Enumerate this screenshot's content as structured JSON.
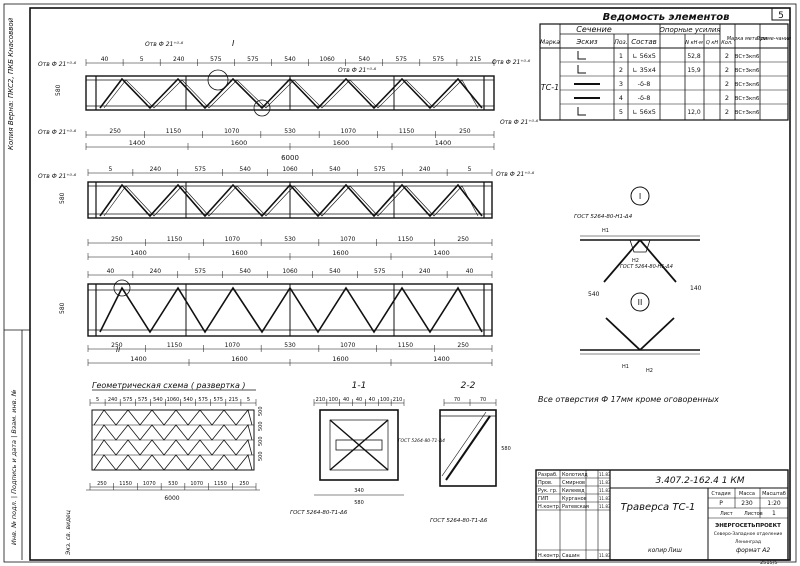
{
  "sheet": {
    "page_number": "5",
    "side_stamp_top": "Копия Верна: ПКС2, ПКБ Кнасоввой",
    "side_stamp_bottom": "Инв. № подл. | Подпись и дата | Взам. инв. №",
    "bottom_stamp": "Экз. св. видец",
    "bottom_right_mark": "2515/5",
    "copied_by": "копир",
    "copied_name": "Лиш",
    "format_label": "формат А2"
  },
  "elements_table": {
    "title": "Ведомость элементов",
    "headers": {
      "mark": "Марка",
      "section": "Сечение",
      "sketch": "Эскиз",
      "pos": "Поз.",
      "composition": "Состав",
      "support_forces": "Опорные усилия",
      "n_unit": "N кН·м",
      "q_unit": "Q кН",
      "qty": "Кол.",
      "material_mark": "Марка металла",
      "note": "Приме-чание"
    },
    "frame_mark": "ТС-1",
    "rows": [
      {
        "pos": "1",
        "comp": "∟ 56х5",
        "n": "52,8",
        "q": "",
        "qty": "2",
        "mat": "ВСт3кп6"
      },
      {
        "pos": "2",
        "comp": "∟ 35х4",
        "n": "15,9",
        "q": "",
        "qty": "2",
        "mat": "ВСт3кп6"
      },
      {
        "pos": "3",
        "comp": "-δ-8",
        "n": "",
        "q": "",
        "qty": "2",
        "mat": "ВСт3кп6"
      },
      {
        "pos": "4",
        "comp": "-δ-8",
        "n": "",
        "q": "",
        "qty": "2",
        "mat": "ВСт3кп6"
      },
      {
        "pos": "5",
        "comp": "∟ 56х5",
        "n": "12,0",
        "q": "",
        "qty": "2",
        "mat": "ВСт3кп6"
      }
    ]
  },
  "truss_top": {
    "hole_labels": [
      "Отв Ф 21⁺⁰·⁶",
      "Отв Ф 21⁺⁰·⁶",
      "Отв Ф 21⁺⁰·⁶",
      "Отв Ф 21⁺⁰·⁶",
      "Отв Ф 21⁺⁰·⁶",
      "Отв Ф 21⁺⁰·⁶"
    ],
    "top_dims": [
      "40",
      "5",
      "240",
      "575",
      "575",
      "540",
      "1060",
      "540",
      "575",
      "575",
      "215"
    ],
    "bottom_dims": [
      "250",
      "1150",
      "1070",
      "530",
      "1070",
      "1150",
      "250"
    ],
    "totals": [
      "1400",
      "1600",
      "1600",
      "1400"
    ],
    "overall": "6000",
    "height": "580",
    "callout": "I"
  },
  "truss_mid": {
    "top_dims": [
      "5",
      "240",
      "575",
      "540",
      "1060",
      "540",
      "575",
      "240",
      "5"
    ],
    "bottom_dims": [
      "250",
      "1150",
      "1070",
      "530",
      "1070",
      "1150",
      "250"
    ],
    "totals": [
      "1400",
      "1600",
      "1600",
      "1400"
    ],
    "height": "580",
    "hole_labels": [
      "Отв Ф 21⁺⁰·⁶",
      "Отв Ф 21⁺⁰·⁶"
    ]
  },
  "truss_bot": {
    "top_dims": [
      "40",
      "240",
      "575",
      "540",
      "1060",
      "540",
      "575",
      "240",
      "40"
    ],
    "bottom_dims": [
      "250",
      "1150",
      "1070",
      "530",
      "1070",
      "1150",
      "250"
    ],
    "totals": [
      "1400",
      "1600",
      "1600",
      "1400"
    ],
    "height": "580",
    "callout": "II"
  },
  "geometry": {
    "title": "Геометрическая схема ( развертка )",
    "top_dims": [
      "5",
      "240",
      "575",
      "575",
      "540",
      "1060",
      "540",
      "575",
      "575",
      "215",
      "5"
    ],
    "bottom_dims": [
      "250",
      "1150",
      "1070",
      "530",
      "1070",
      "1150",
      "250"
    ],
    "overall": "6000",
    "heights": [
      "500",
      "500",
      "500",
      "500"
    ]
  },
  "sections": {
    "s1_title": "1-1",
    "s2_title": "2-2",
    "s1_dims": [
      "210",
      "100",
      "40",
      "40",
      "40",
      "100",
      "210",
      "340",
      "580"
    ],
    "s2_dims": [
      "70",
      "70",
      "580"
    ],
    "gost_1": "ГОСТ 5264-80-Т1-Δ6",
    "gost_2": "ГОСТ 5264-80-Т1-Δ6",
    "gost_3": "ГОСТ 5264-80-Т1-Δ4"
  },
  "nodes": {
    "node1": "I",
    "node2": "II",
    "gost_node": "ГОСТ 5264-80-Н1-Δ4",
    "gost_node2": "ГОСТ 5264-80-Н1-Δ4",
    "dim_540": "540",
    "dim_140": "140",
    "weld_labels": [
      "Н1",
      "Н2",
      "Н1",
      "Н2"
    ]
  },
  "note": "Все отверстия Ф 17мм кроме оговоренных",
  "title_block": {
    "doc_code": "3.407.2-162.4   1 КМ",
    "title": "Траверса ТС-1",
    "roles": [
      {
        "role": "Разраб.",
        "name": "Колотилд"
      },
      {
        "role": "Пров.",
        "name": "Смирнов"
      },
      {
        "role": "Рук. гр.",
        "name": "Килеевд"
      },
      {
        "role": "ГИП",
        "name": "Курганов"
      },
      {
        "role": "Н.контр.",
        "name": "Ратевская"
      },
      {
        "role": "Н.контр.",
        "name": "Сашин"
      }
    ],
    "dates": [
      "11.83",
      "11.83",
      "11.83",
      "11.83",
      "11.83",
      "11.83"
    ],
    "stage_h": "Стадия",
    "mass_h": "Масса",
    "scale_h": "Масштаб",
    "stage": "Р",
    "mass": "230",
    "scale": "1:20",
    "sheet_h": "Лист",
    "sheets_h": "Листов",
    "sheets": "1",
    "org1": "ЭНЕРГОСЕТЬПРОЕКТ",
    "org2": "Северо-Западное отделение",
    "org3": "Ленинград"
  }
}
